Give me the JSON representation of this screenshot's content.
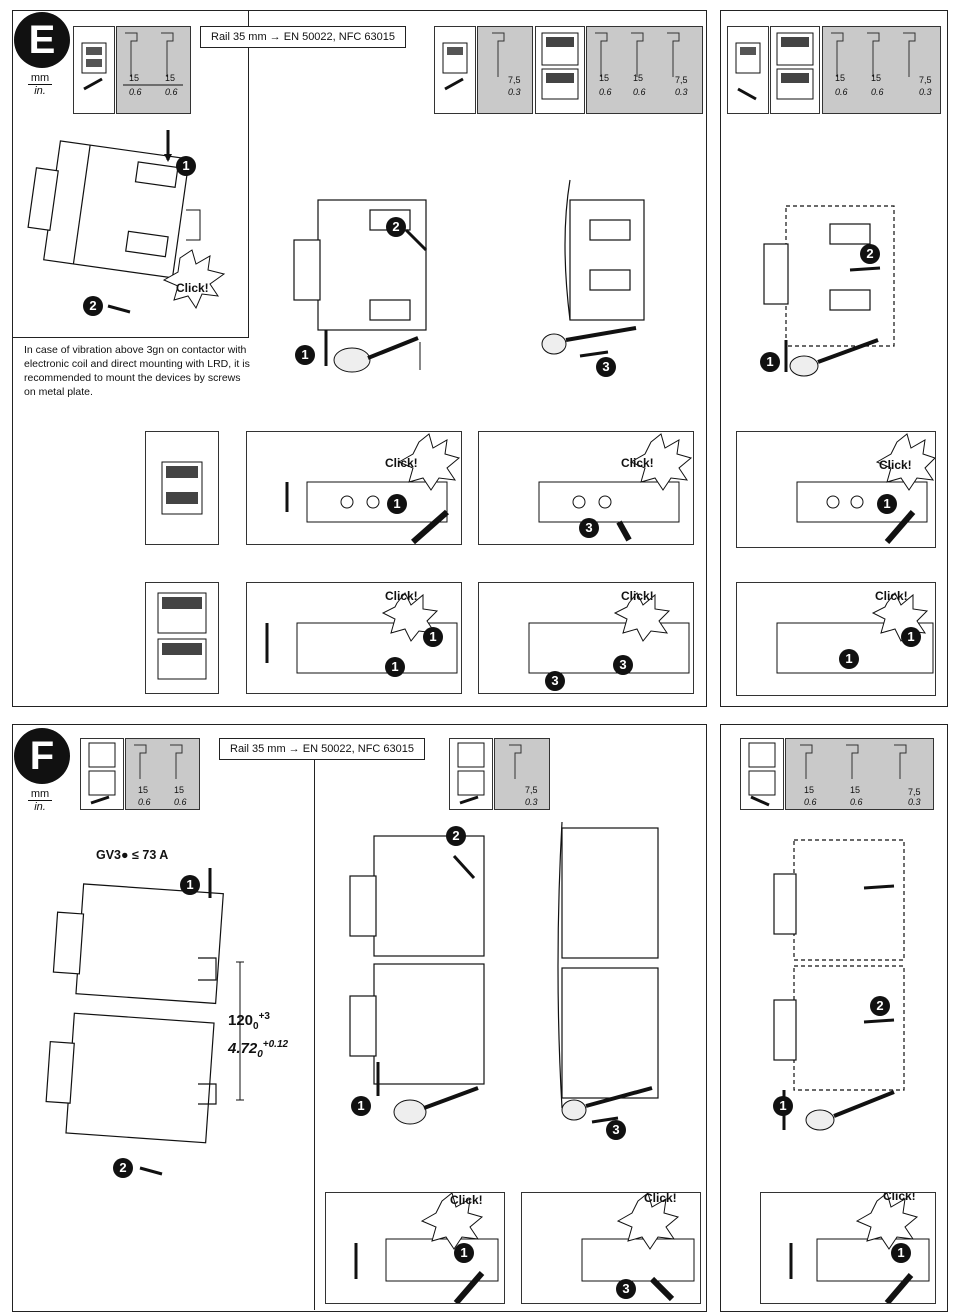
{
  "section_e": {
    "badge": "E",
    "units_mm": "mm",
    "units_in": "in.",
    "rail_label": "Rail 35 mm → EN 50022, NFC 63015",
    "note": "In case of vibration above 3gn on contactor with electronic coil and direct mounting with LRD, it is recommended to mount the devices by screws on metal plate.",
    "rail_dims": [
      {
        "mm": "15",
        "in": "0.6"
      },
      {
        "mm": "15",
        "in": "0.6"
      },
      {
        "mm": "7,5",
        "in": "0.3"
      }
    ]
  },
  "section_f": {
    "badge": "F",
    "units_mm": "mm",
    "units_in": "in.",
    "rail_label": "Rail 35 mm → EN 50022, NFC 63015",
    "device_label": "GV3● ≤ 73 A",
    "spacing_mm": "120",
    "spacing_mm_tol_upper": "+3",
    "spacing_mm_tol_lower": "0",
    "spacing_in": "4.72",
    "spacing_in_tol_upper": "+0.12",
    "spacing_in_tol_lower": "0"
  },
  "click_label": "Click!",
  "steps": [
    "1",
    "2",
    "3"
  ],
  "icons": {
    "arrow_down": "arrow-down-icon",
    "arrow_up": "arrow-up-icon",
    "screwdriver": "screwdriver-icon",
    "burst": "click-burst-icon"
  }
}
